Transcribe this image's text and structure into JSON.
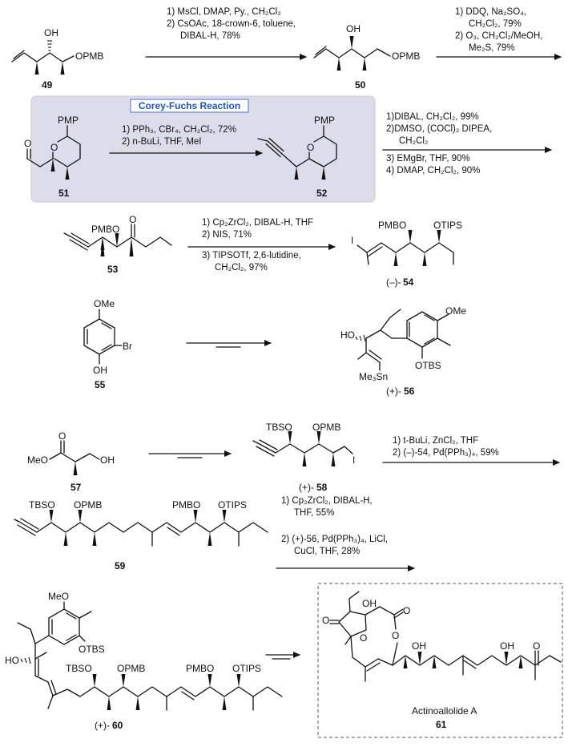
{
  "title_tag": "Corey-Fuchs Reaction",
  "compounds": {
    "c49": {
      "number": "49"
    },
    "c50": {
      "number": "50"
    },
    "c51": {
      "number": "51"
    },
    "c52": {
      "number": "52"
    },
    "c53": {
      "number": "53"
    },
    "c54": {
      "prefix": "(–)-",
      "number": "54"
    },
    "c55": {
      "number": "55"
    },
    "c56": {
      "prefix": "(+)-",
      "number": "56"
    },
    "c57": {
      "number": "57"
    },
    "c58": {
      "prefix": "(+)-",
      "number": "58"
    },
    "c59": {
      "number": "59"
    },
    "c60": {
      "prefix": "(+)-",
      "number": "60"
    },
    "c61": {
      "number": "61",
      "name": "Actinoallolide A"
    }
  },
  "atom_labels": {
    "oh": "OH",
    "opmb": "OPMB",
    "pmbo": "PMBO",
    "pmp": "PMP",
    "o": "O",
    "otips": "OTIPS",
    "i": "I",
    "ome": "OMe",
    "meo": "MeO",
    "br": "Br",
    "ho": "HO",
    "otbs": "OTBS",
    "tbso": "TBSO",
    "me3sn": "Me₃Sn"
  },
  "conditions": {
    "step1": [
      "1) MsCl, DMAP, Py., CH₂Cl₂",
      "2) CsOAc, 18-crown-6, toluene,",
      "DIBAL-H, 78%"
    ],
    "step2": [
      "1) DDQ, Na₂SO₄,",
      "CH₂Cl₂, 79%",
      "2) O₃, CH₂Cl₂/MeOH,",
      "Me₂S, 79%"
    ],
    "step3": [
      "1) PPh₃, CBr₄, CH₂Cl₂, 72%",
      "2) n-BuLi, THF, MeI"
    ],
    "step4_above": [
      "1)DIBAL, CH₂Cl₂, 99%",
      "2)DMSO, (COCl)₂ DIPEA,",
      "CH₂Cl₂"
    ],
    "step4_below": [
      "3) EMgBr, THF, 90%",
      "4) DMAP, CH₂Cl₂, 90%"
    ],
    "step5_above": [
      "1) Cp₂ZrCl₂, DIBAL-H, THF",
      "2) NIS, 71%"
    ],
    "step5_below": [
      "3) TIPSOTf, 2,6-lutidine,",
      "CH₂Cl₂, 97%"
    ],
    "step8": [
      "1) t-BuLi, ZnCl₂, THF",
      "2) (–)-54, Pd(PPh₃)₄, 59%"
    ],
    "step9_above": [
      "1) Cp₂ZrCl₂, DIBAL-H,",
      "THF, 55%"
    ],
    "step9_below": [
      "2) (+)-56, Pd(PPh₃)₄, LiCl,",
      "CuCl, THF, 28%"
    ]
  }
}
